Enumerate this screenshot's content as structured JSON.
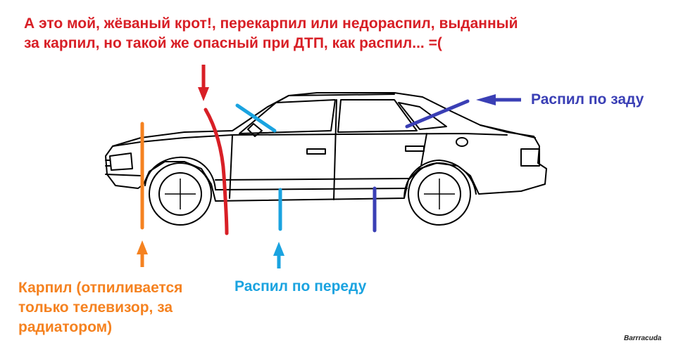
{
  "annotations": {
    "title": "А это мой, жёваный крот!, перекарпил или недораспил, выданный\nза карпил, но такой же опасный при ДТП, как распил... =(",
    "rear": "Распил по заду",
    "front": "Распил по переду",
    "karpil": "Карпил (отпиливается\nтолько телевизор, за\nрадиатором)"
  },
  "signature": "Barrracuda",
  "colors": {
    "red": "#d81f26",
    "orange": "#f58220",
    "light_blue": "#1aa3e0",
    "dark_blue": "#3a3fb5",
    "outline": "#000000"
  }
}
